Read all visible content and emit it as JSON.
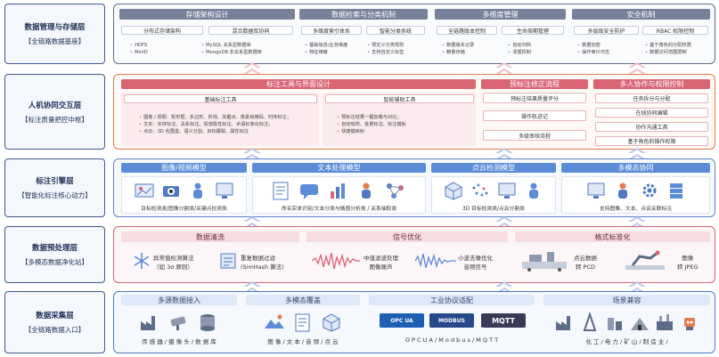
{
  "layers": [
    {
      "title": "数据管理与存储层",
      "sub": "【全链路数据基座】"
    },
    {
      "title": "人机协同交互层",
      "sub": "【标注质量把控中枢】"
    },
    {
      "title": "标注引擎层",
      "sub": "【智能化标注核心动力】"
    },
    {
      "title": "数据预处理层",
      "sub": "【多模态数据净化站】"
    },
    {
      "title": "数据采集层",
      "sub": "【全链路数据入口】"
    }
  ],
  "storage": {
    "arch": {
      "title": "存储架构设计",
      "pills": [
        "分布式存储架构",
        "混合数据库协同"
      ],
      "b1": [
        "HDFS",
        "MinIO"
      ],
      "b2": [
        "MySQL 关系型数据库",
        "MongoDB 非关系型数据库"
      ]
    },
    "retrieve": {
      "title": "数据检索与分类机制",
      "pills": [
        "多维度索引体系",
        "智能分类系统"
      ],
      "b1": [
        "基础信息/业务维度",
        "特征维度"
      ],
      "b2": [
        "预定义分类规则",
        "支持自定义标签"
      ]
    },
    "version": {
      "title": "多维度管理",
      "pills": [
        "全链路版本控制",
        "生命周期管理"
      ],
      "b1": [
        "数据版本记录",
        "精量存储"
      ],
      "b2": [
        "自动归档",
        "清理机制"
      ]
    },
    "security": {
      "title": "安全机制",
      "pills": [
        "多层级安全防护",
        "RBAC 权限控制"
      ],
      "b1": [
        "数据加密",
        "操作审计日志"
      ],
      "b2": [
        "基于角色的分配权限",
        "数据访问范围限制"
      ]
    }
  },
  "hci": {
    "tools_title": "标注工具与界面设计",
    "basic_title": "基础标注工具",
    "basic_items": [
      "图像 / 视频：矩形框、多边形、折线、关键点、像素级掩码、时序标注；",
      "文本：实体标注、关系标注、情感极性标注、术语标准化标注；",
      "点云：3D 包围盒、语义分割、目标跟踪、属性标注"
    ],
    "smart_title": "智能辅助工具",
    "smart_items": [
      "预标注结果一键加载与对比；",
      "自动吸附、批量标注、标注模板",
      "快捷键映射"
    ],
    "pre_title": "预标注修正流程",
    "pre_items": [
      "预标注结果质量评分",
      "操作轨迹记",
      "多级审核流程"
    ],
    "multi_title": "多人协作与权限控制",
    "multi_items": [
      "任务拆分与分配",
      "在线协同编辑",
      "协作沟通工具",
      "基于角色的操作权限"
    ]
  },
  "engine": {
    "image": {
      "title": "图像/视频模型",
      "caption": "目标检测类/图像分割类/关键点检测类"
    },
    "text": {
      "title": "文本处理模型",
      "caption": "命名实体识别/文本分类与情感分析类 / 关系抽取类"
    },
    "cloud": {
      "title": "点云检测模型",
      "caption": "3D 目标检测类/点云分割类"
    },
    "multi": {
      "title": "多模态协同",
      "caption": "支持图像、文本、点云关联标注"
    }
  },
  "prep": {
    "clean": {
      "title": "数据清洗",
      "a": [
        "异常值检测算法",
        "（如 3σ 原则）"
      ],
      "b": [
        "重复数据过滤",
        "(SimHash 算法)"
      ]
    },
    "signal": {
      "title": "信号优化",
      "a": [
        "中值滤波处理",
        "图像噪声"
      ],
      "b": [
        "小波去噪优化",
        "音频信号"
      ]
    },
    "format": {
      "title": "格式标准化",
      "a": [
        "点云数据",
        "转 PCD"
      ],
      "b": [
        "图像",
        "转 JPEG"
      ]
    }
  },
  "collect": {
    "source": {
      "title": "多源数据接入",
      "caption": "传 感 器 / 摄 像 头 / 数 据 库"
    },
    "modal": {
      "title": "多模态覆盖",
      "caption": "图 像 / 文 本 / 音 频 / 点 云"
    },
    "proto": {
      "title": "工业协议适配",
      "caption": "O P C  U A / M o d b u s / M Q T T",
      "logos": [
        "OPC UA",
        "MODBUS",
        "MQTT"
      ]
    },
    "scene": {
      "title": "场景兼容",
      "caption": "化 工 / 电 力 / 矿 山 / 制 造 业 /"
    }
  },
  "colors": {
    "storage": "#76819a",
    "hci": "#d96474",
    "engine": "#5c8cd8",
    "prep": "#d26576",
    "collect": "#4f79c3"
  }
}
